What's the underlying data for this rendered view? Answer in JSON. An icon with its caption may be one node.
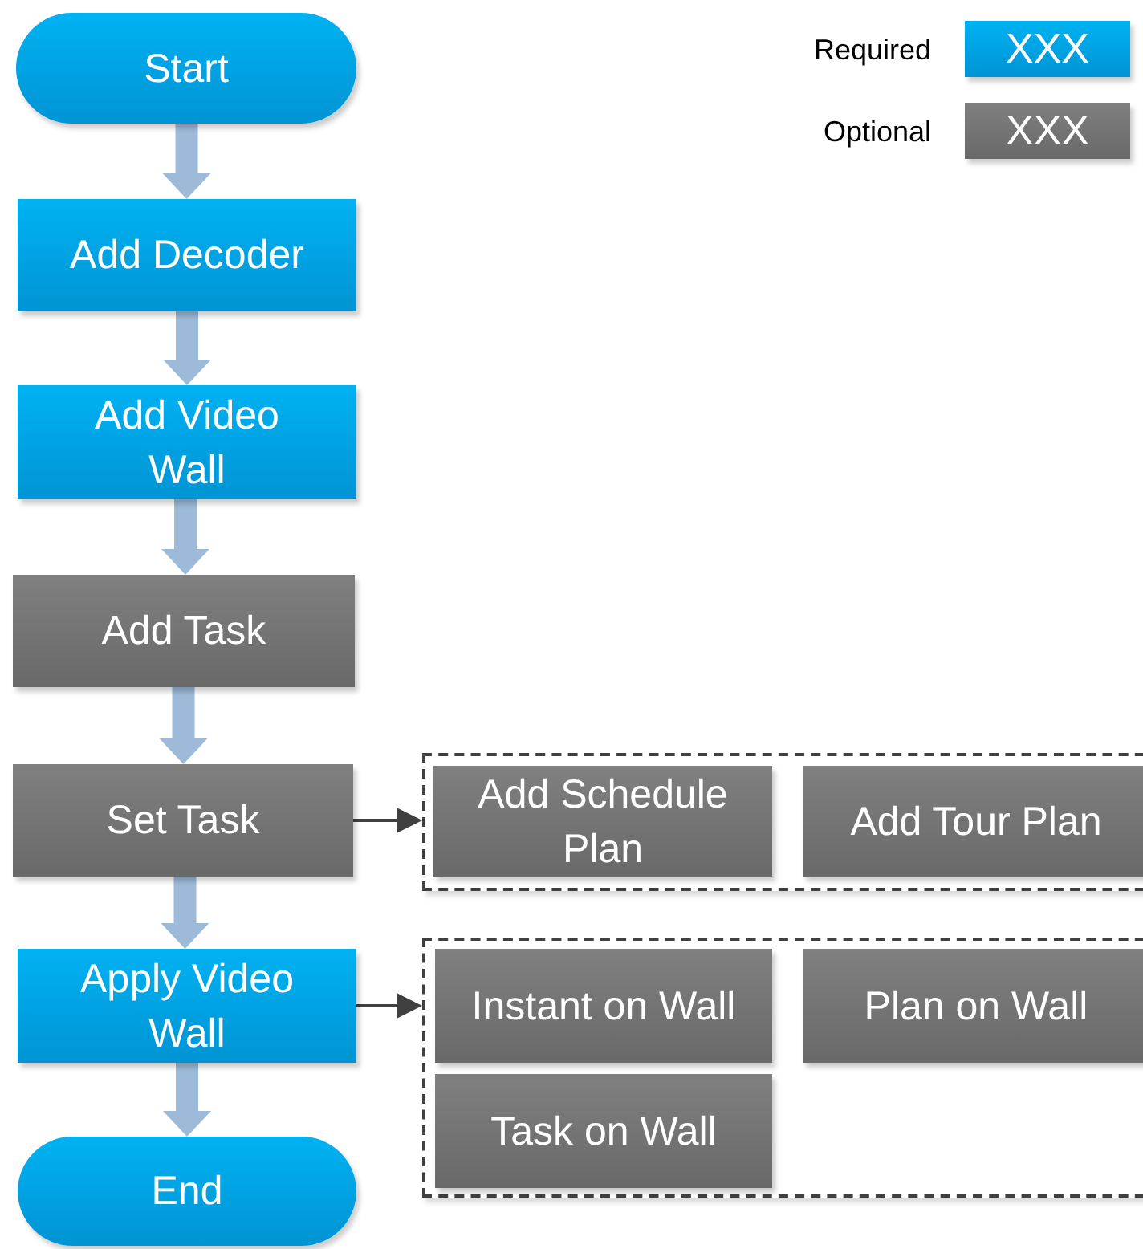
{
  "diagram": {
    "nodes": [
      {
        "text": [
          "Start"
        ]
      },
      {
        "text": [
          "Add Decoder"
        ]
      },
      {
        "text": [
          "Add Video Wall"
        ]
      },
      {
        "text": [
          "Add Task"
        ]
      },
      {
        "text": [
          "Set Task"
        ]
      },
      {
        "text": [],
        "shape": "box"
      },
      {
        "text": [
          "Add Schedule Plan"
        ],
        "in": 5
      },
      {
        "text": [
          "Add Tour Plan"
        ],
        "in": 5
      },
      {
        "text": [
          "Apply Video Wall"
        ]
      },
      {
        "text": [],
        "shape": "box"
      },
      {
        "text": [
          "Instant on Wall"
        ],
        "in": 9
      },
      {
        "text": [
          "Plan on Wall"
        ],
        "in": 9
      },
      {
        "text": [
          "Task on Wall"
        ],
        "in": 9
      },
      {
        "text": [
          "End"
        ]
      }
    ],
    "edges": [
      {
        "from": 0,
        "to": 1,
        "arrow": "to"
      },
      {
        "from": 1,
        "to": 2,
        "arrow": "to"
      },
      {
        "from": 2,
        "to": 3,
        "arrow": "to"
      },
      {
        "from": 3,
        "to": 4,
        "arrow": "to"
      },
      {
        "from": 4,
        "to": 8,
        "arrow": "to"
      },
      {
        "from": 8,
        "to": 13,
        "arrow": "to"
      },
      {
        "from": 4,
        "to": 5,
        "arrow": "to",
        "color": "#404040"
      },
      {
        "from": 8,
        "to": 9,
        "arrow": "to",
        "color": "#404040"
      }
    ],
    "labels": [
      "XXX",
      "XXX"
    ],
    "legend": [
      {
        "text": "Required",
        "color": "#00a8e8"
      },
      {
        "text": "Optional",
        "color": "#737373"
      }
    ]
  }
}
